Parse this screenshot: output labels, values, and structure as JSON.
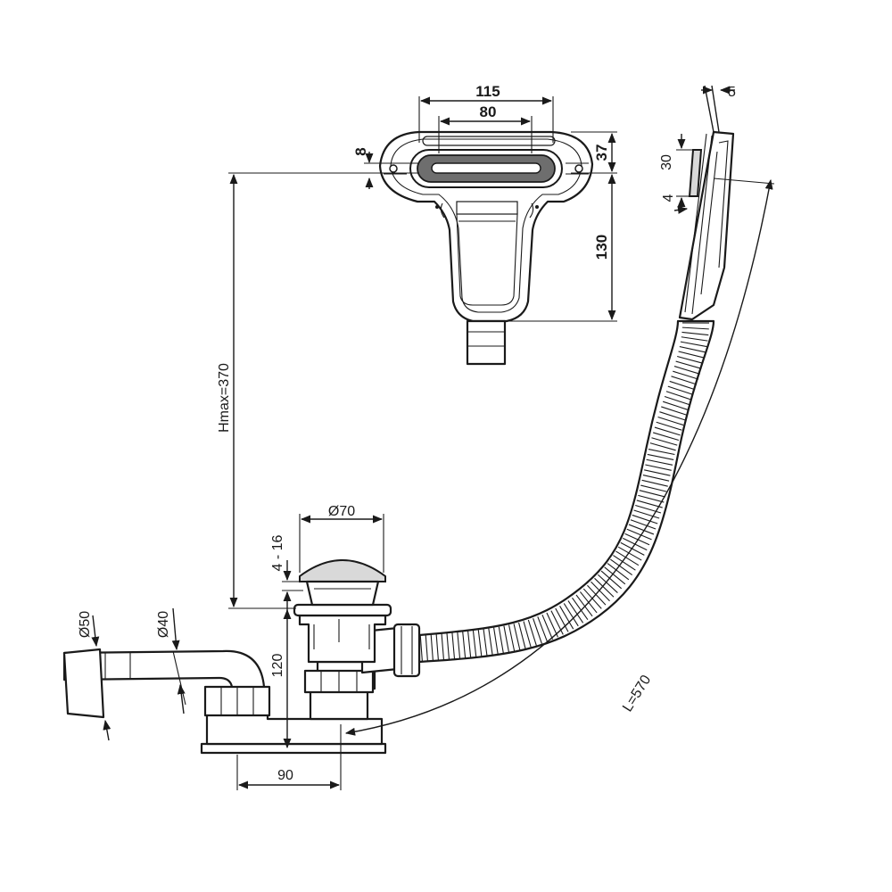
{
  "dimensions": {
    "overflow_width": "115",
    "slot_width": "80",
    "slot_height": "8",
    "plate_height": "37",
    "overflow_height": "130",
    "thickness": "5",
    "side_30": "30",
    "side_4": "4",
    "hmax": "Hmax=370",
    "waste_diameter": "Ø70",
    "adjust": "4 - 16",
    "trap_height": "120",
    "trap_offset": "90",
    "outlet_50": "Ø50",
    "outlet_40": "Ø40",
    "hose_length": "L=570"
  }
}
